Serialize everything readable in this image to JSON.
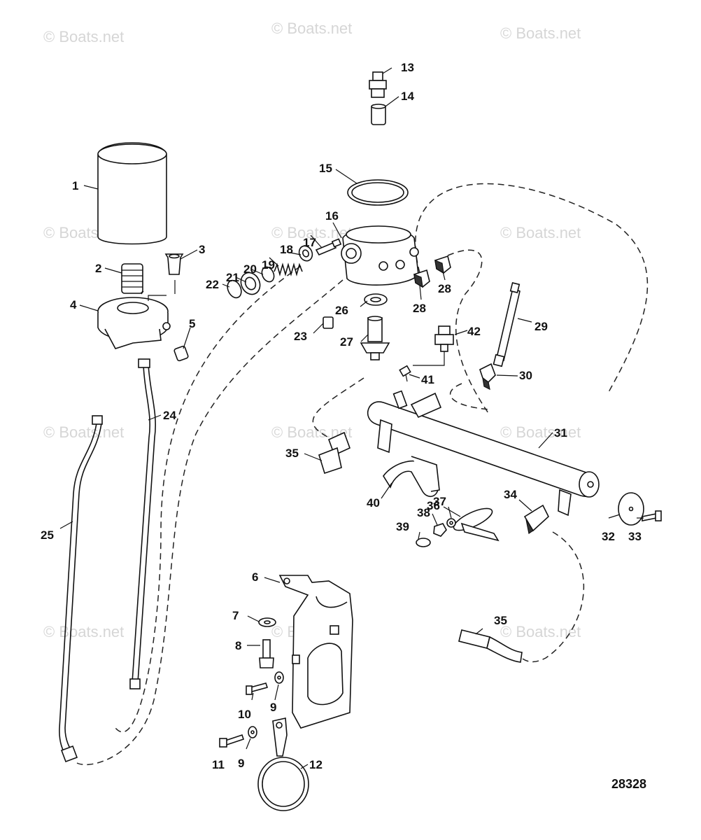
{
  "watermark": "© Boats.net",
  "diagram_code": "28328",
  "callouts": {
    "c1": "1",
    "c2": "2",
    "c3": "3",
    "c4": "4",
    "c5": "5",
    "c6": "6",
    "c7": "7",
    "c8": "8",
    "c9a": "9",
    "c9b": "9",
    "c10": "10",
    "c11": "11",
    "c12": "12",
    "c13": "13",
    "c14": "14",
    "c15": "15",
    "c16": "16",
    "c17": "17",
    "c18": "18",
    "c19": "19",
    "c20": "20",
    "c21": "21",
    "c22": "22",
    "c23": "23",
    "c24": "24",
    "c25": "25",
    "c26": "26",
    "c27": "27",
    "c28a": "28",
    "c28b": "28",
    "c29": "29",
    "c30": "30",
    "c31": "31",
    "c32": "32",
    "c33": "33",
    "c34": "34",
    "c35a": "35",
    "c35b": "35",
    "c36": "36",
    "c37": "37",
    "c38": "38",
    "c39": "39",
    "c40": "40",
    "c41": "41",
    "c42": "42"
  }
}
